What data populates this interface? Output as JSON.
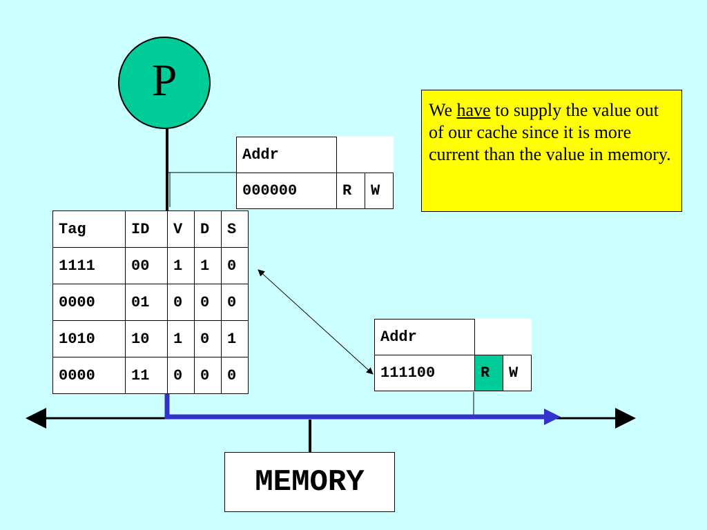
{
  "processor": {
    "label": "P"
  },
  "request_top": {
    "header": "Addr",
    "address": "000000",
    "read": "R",
    "write": "W"
  },
  "cache": {
    "columns": [
      "Tag",
      "ID",
      "V",
      "D",
      "S"
    ],
    "rows": [
      [
        "1111",
        "00",
        "1",
        "1",
        "0"
      ],
      [
        "0000",
        "01",
        "0",
        "0",
        "0"
      ],
      [
        "1010",
        "10",
        "1",
        "0",
        "1"
      ],
      [
        "0000",
        "11",
        "0",
        "0",
        "0"
      ]
    ]
  },
  "request_bus": {
    "header": "Addr",
    "address": "111100",
    "read": "R",
    "write": "W",
    "read_highlight_color": "#00cc99"
  },
  "note": {
    "before": "We ",
    "emphasis": "have",
    "after": " to supply the value out of our cache since it is more current than the value in memory."
  },
  "memory": {
    "label": "MEMORY"
  },
  "colors": {
    "background": "#ccffff",
    "bus_highlight": "#3333cc",
    "note_background": "#ffff00",
    "processor_fill": "#00cc99"
  }
}
